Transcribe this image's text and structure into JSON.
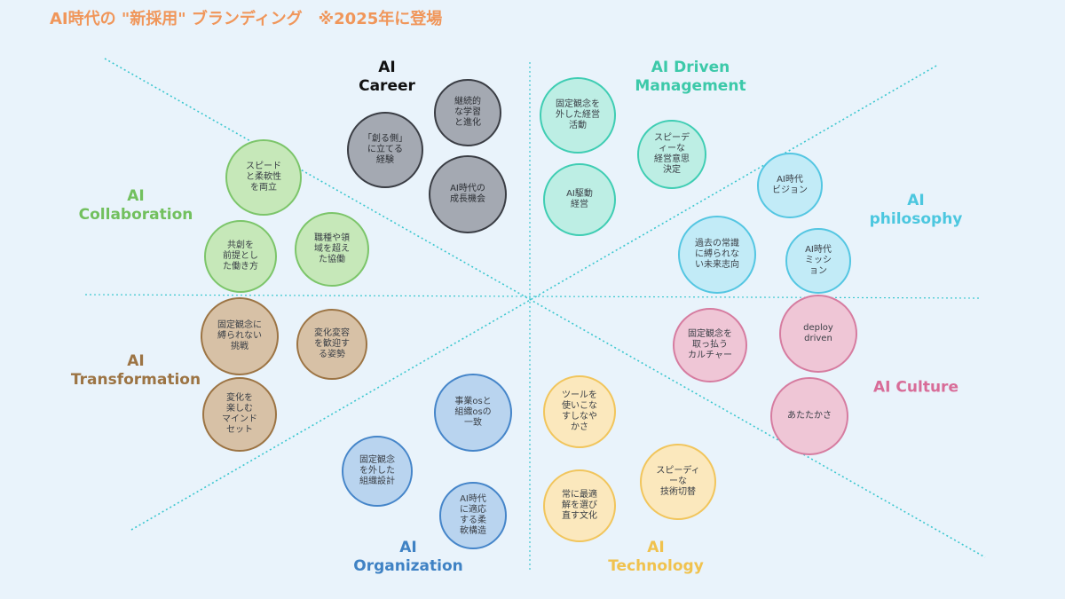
{
  "title": "AI時代の \"新採用\" ブランディング　※2025年に登場",
  "colors": {
    "background": "#e9f3fb",
    "title": "#f0965a",
    "lines": "#3cc7cf",
    "career": "#111111",
    "management": "#3cc9a9",
    "philosophy": "#4cc7df",
    "culture": "#d86c98",
    "technology": "#f0c24e",
    "organization": "#3f82c4",
    "transformation": "#9c7444",
    "collaboration": "#72c05e"
  },
  "categories": {
    "career": "AI\nCareer",
    "management": "AI Driven\nManagement",
    "philosophy": "AI\nphilosophy",
    "culture": "AI Culture",
    "technology": "AI\nTechnology",
    "organization": "AI\nOrganization",
    "transformation": "AI\nTransformation",
    "collaboration": "AI\nCollaboration"
  },
  "bubbles": {
    "career_1": "継続的\nな学習\nと進化",
    "career_2": "「創る側」\nに立てる\n経験",
    "career_3": "AI時代の\n成長機会",
    "management_1": "固定観念を\n外した経営\n活動",
    "management_2": "スピーデ\nィーな\n経営意思\n決定",
    "management_3": "AI駆動\n経営",
    "philosophy_1": "AI時代\nビジョン",
    "philosophy_2": "過去の常識\nに縛られな\nい未来志向",
    "philosophy_3": "AI時代\nミッシ\nョン",
    "culture_1": "deploy\ndriven",
    "culture_2": "固定観念を\n取っ払う\nカルチャー",
    "culture_3": "あたたかさ",
    "technology_1": "ツールを\n使いこな\nすしなや\nかさ",
    "technology_2": "スピーディ\nーな\n技術切替",
    "technology_3": "常に最適\n解を選び\n直す文化",
    "organization_1": "事業osと\n組織osの\n一致",
    "organization_2": "固定観念\nを外した\n組織設計",
    "organization_3": "AI時代\nに適応\nする柔\n軟構造",
    "transformation_1": "固定観念に\n縛られない\n挑戦",
    "transformation_2": "変化変容\nを歓迎す\nる姿勢",
    "transformation_3": "変化を\n楽しむ\nマインド\nセット",
    "collaboration_1": "スピード\nと柔軟性\nを両立",
    "collaboration_2": "共創を\n前提とし\nた働き方",
    "collaboration_3": "職種や領\n域を超え\nた協働"
  }
}
